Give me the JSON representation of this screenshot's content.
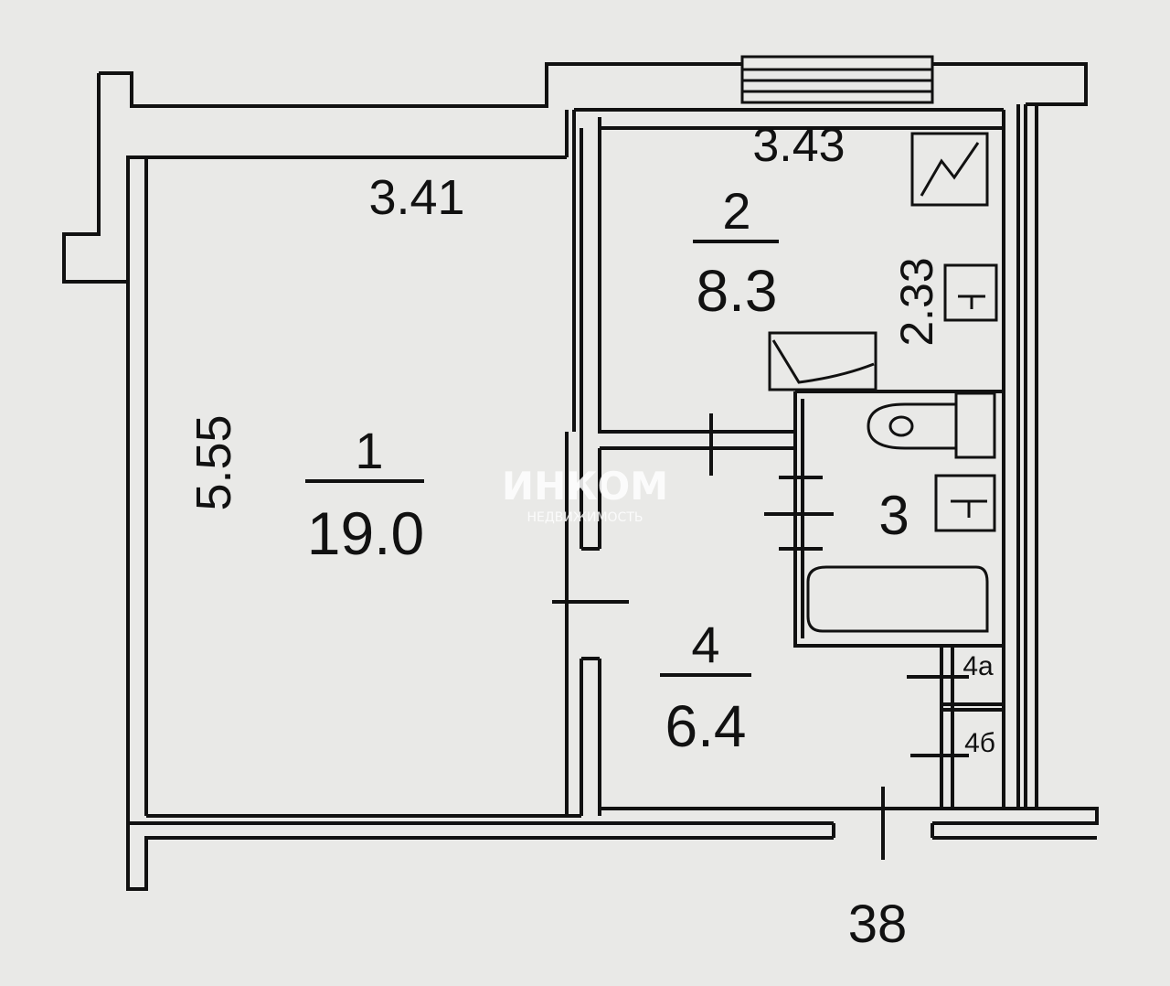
{
  "rooms": [
    {
      "number": "1",
      "area": "19.0"
    },
    {
      "number": "2",
      "area": "8.3"
    },
    {
      "number": "3"
    },
    {
      "number": "4",
      "area": "6.4"
    },
    {
      "number": "4а"
    },
    {
      "number": "4б"
    }
  ],
  "dimensions": {
    "room1_width": "3.41",
    "room1_length": "5.55",
    "room2_width": "3.43",
    "room2_length": "2.33"
  },
  "apartment_number": "38",
  "watermark": {
    "brand": "ИНКОМ",
    "subtitle": "НЕДВИЖИМОСТЬ"
  },
  "fixtures": [
    "stove-icon",
    "sink-icon",
    "kitchen-counter-icon",
    "toilet-icon",
    "washbasin-icon",
    "bathtub-icon",
    "window-icon"
  ]
}
